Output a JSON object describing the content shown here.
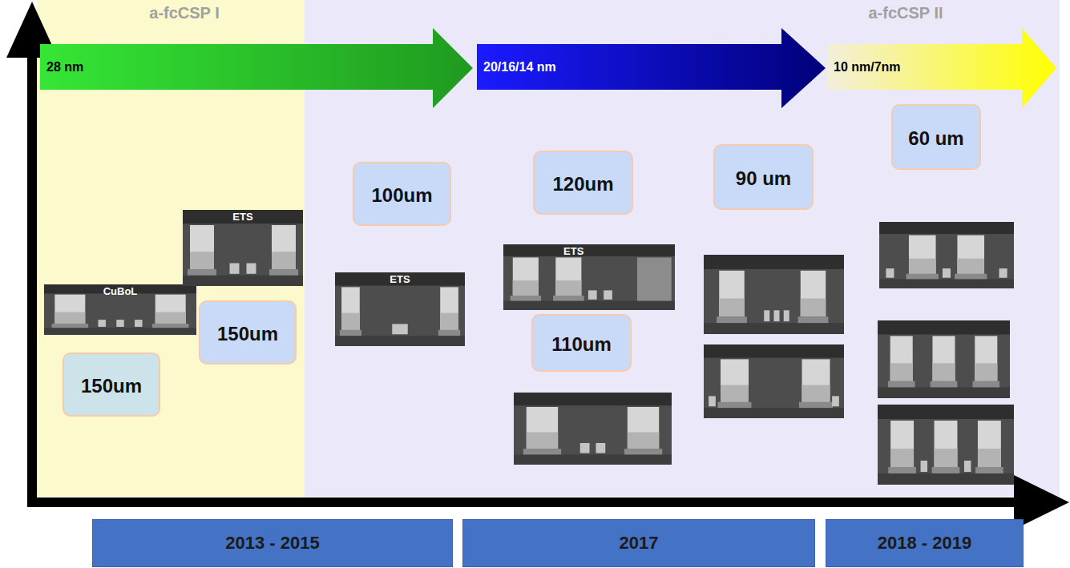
{
  "diagram": {
    "nodes": [
      {
        "text": [
          "a-fcCSP I"
        ]
      },
      {
        "text": [
          "a-fcCSP II"
        ]
      },
      {
        "text": [
          "28 nm"
        ]
      },
      {
        "text": [
          "20/16/14 nm"
        ],
        "in": 1
      },
      {
        "text": [
          "10 nm/7nm"
        ],
        "in": 1
      },
      {
        "text": [
          "CuBoL"
        ],
        "in": 0
      },
      {
        "text": [
          "150um"
        ],
        "in": 0
      },
      {
        "text": [
          "ETS"
        ],
        "in": 0
      },
      {
        "text": [
          "150um"
        ],
        "in": 0
      },
      {
        "text": [
          "100um"
        ],
        "in": 1
      },
      {
        "text": [
          "ETS"
        ],
        "in": 1
      },
      {
        "text": [
          "120um"
        ],
        "in": 1
      },
      {
        "text": [
          "ETS"
        ],
        "in": 1
      },
      {
        "text": [
          "110um"
        ],
        "in": 1
      },
      {
        "text": [
          "90 um"
        ],
        "in": 1
      },
      {
        "text": [
          "60 um"
        ],
        "in": 1
      },
      {
        "text": [
          "2013 - 2015"
        ]
      },
      {
        "text": [
          "2017"
        ]
      },
      {
        "text": [
          "2018 - 2019"
        ]
      }
    ]
  }
}
